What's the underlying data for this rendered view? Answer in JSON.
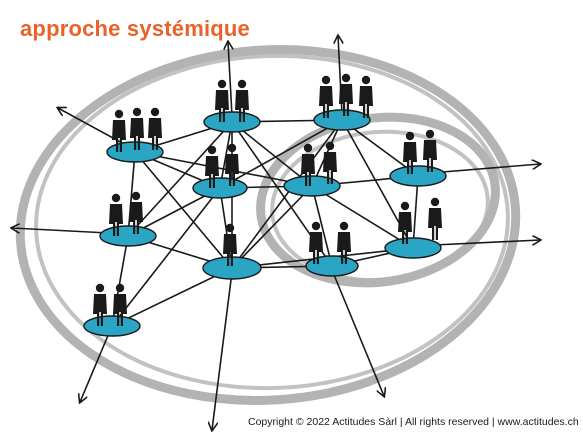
{
  "title": "approche systémique",
  "copyright": "Copyright © 2022 Actitudes Sàrl | All rights reserved | www.actitudes.ch",
  "colors": {
    "title": "#e8622a",
    "platform": "#2aa6c4",
    "ring": "#b3b3b3",
    "ink": "#1a1a1a"
  },
  "nodes": [
    {
      "id": "n1",
      "people": 3
    },
    {
      "id": "n2",
      "people": 2
    },
    {
      "id": "n3",
      "people": 3
    },
    {
      "id": "n4",
      "people": 2
    },
    {
      "id": "n5",
      "people": 2
    },
    {
      "id": "n6",
      "people": 2
    },
    {
      "id": "n7",
      "people": 2
    },
    {
      "id": "n8",
      "people": 1
    },
    {
      "id": "n9",
      "people": 2
    },
    {
      "id": "n10",
      "people": 2
    },
    {
      "id": "n11",
      "people": 2
    }
  ]
}
